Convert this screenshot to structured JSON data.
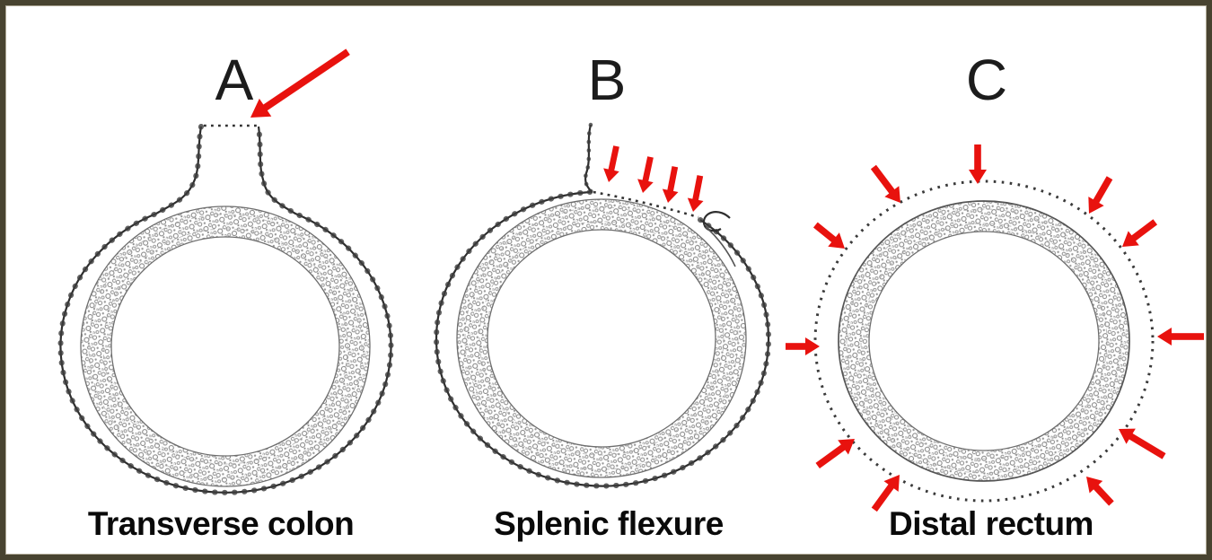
{
  "figure": {
    "panels": [
      {
        "letter": "A",
        "caption": "Transverse colon",
        "arrow_count": 1
      },
      {
        "letter": "B",
        "caption": "Splenic flexure",
        "arrow_count": 4
      },
      {
        "letter": "C",
        "caption": "Distal rectum",
        "arrow_count": 11
      }
    ]
  },
  "icons": {
    "arrow": "red-arrow-icon",
    "dotted_line": "dissection-plane-dots"
  },
  "colors": {
    "arrow_red": "#e8120e",
    "ink": "#2e2e2e",
    "border": "#484330",
    "text": "#0a0a0a",
    "background": "#ffffff"
  }
}
